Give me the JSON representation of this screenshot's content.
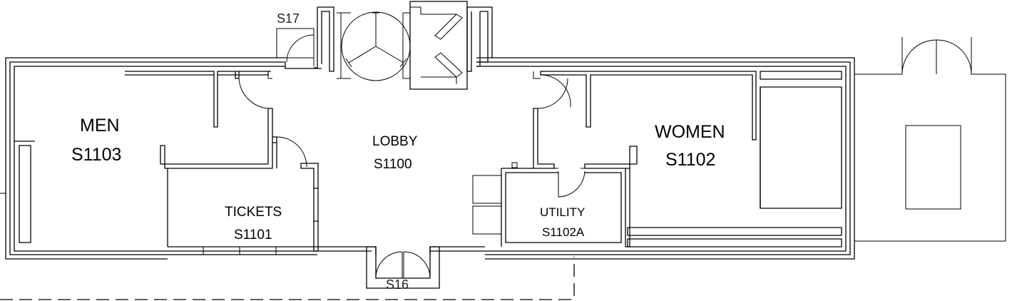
{
  "rooms": {
    "men": {
      "name": "MEN",
      "number": "S1103"
    },
    "lobby": {
      "name": "LOBBY",
      "number": "S1100"
    },
    "women": {
      "name": "WOMEN",
      "number": "S1102"
    },
    "tickets": {
      "name": "TICKETS",
      "number": "S1101"
    },
    "utility": {
      "name": "UTILITY",
      "number": "S1102A"
    }
  },
  "doors": {
    "north": "S17",
    "south": "S16"
  }
}
